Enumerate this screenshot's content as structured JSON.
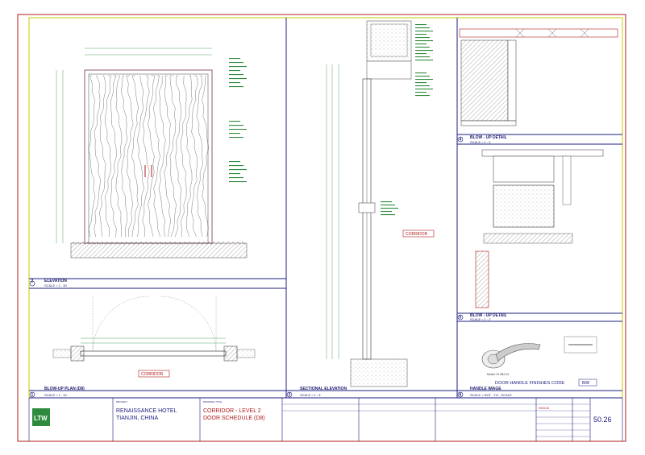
{
  "sheet_number": "50.26",
  "panels": {
    "elevation": {
      "num": "2",
      "title": "ELEVATION",
      "scale": "SCALE = 1 : 30"
    },
    "plan": {
      "num": "1",
      "title": "BLOW-UP PLAN (D8)",
      "scale": "SCALE = 1 : 10"
    },
    "section": {
      "num": "3",
      "title": "SECTIONAL ELEVATION",
      "scale": "SCALE = 1 : 5"
    },
    "detail_top": {
      "num": "4",
      "title": "BLOW - UP DETAIL",
      "scale": "SCALE = 1 : 2"
    },
    "detail_mid": {
      "num": "5",
      "title": "BLOW - UP DETAIL",
      "scale": "SCALE = 1 : 2"
    },
    "handle": {
      "num": "6",
      "title": "HANDLE IMAGE",
      "scale": "SCALE = NOT - TO - SCALE"
    }
  },
  "tags": {
    "corridor_plan": "CORRIDOR",
    "corridor_section": "CORRIDOR"
  },
  "handle": {
    "caption": "DOOR HANDLE FINISHES CODE",
    "code": "B08",
    "model": "Model: HI 2B2.IIX"
  },
  "title_block": {
    "logo": "LTW",
    "project_label": "PROJECT",
    "project_line1": "RENAISSANCE HOTEL",
    "project_line2": "TIANJIN, CHINA",
    "drawing_title_label": "DRAWING TITLE",
    "drawing_title_line1": "CORRIDOR - LEVEL 2",
    "drawing_title_line2": "DOOR SCHEDULE (D8)",
    "sheet_no_value": "50.26",
    "project_no": "900/136"
  },
  "colors": {
    "frame": "#b01818",
    "blue": "#1c1c80",
    "yellow": "#c8c800",
    "note_green": "#2e8a3c"
  }
}
